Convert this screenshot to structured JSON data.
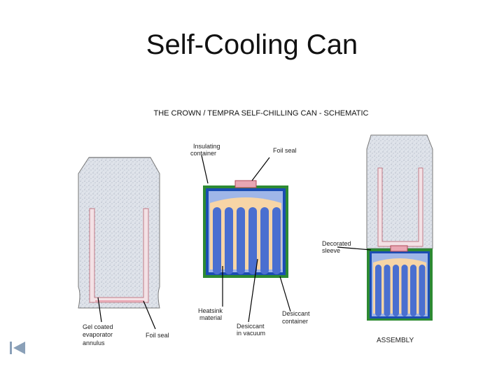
{
  "slide": {
    "title": "Self-Cooling Can",
    "subtitle": "THE CROWN / TEMPRA SELF-CHILLING CAN - SCHEMATIC"
  },
  "labels": {
    "insulating_container_1": "Insulating",
    "insulating_container_2": "container",
    "foil_seal_top": "Foil seal",
    "decorated_sleeve_1": "Decorated",
    "decorated_sleeve_2": "sleeve",
    "heatsink_1": "Heatsink",
    "heatsink_2": "material",
    "desiccant_vacuum_1": "Desiccant",
    "desiccant_vacuum_2": "in vacuum",
    "desiccant_container_1": "Desiccant",
    "desiccant_container_2": "container",
    "gel_1": "Gel coated",
    "gel_2": "evaporator",
    "gel_3": "annulus",
    "foil_seal_bottom": "Foil seal",
    "assembly": "ASSEMBLY"
  },
  "colors": {
    "can_fill": "#c9cdd6",
    "heatsink": "#f7d5a6",
    "desiccant_tube": "#4a6fd0",
    "container_green": "#2d8a33",
    "seal_pink": "#e9a6b3"
  },
  "nav": {
    "icon": "first-slide-icon"
  }
}
